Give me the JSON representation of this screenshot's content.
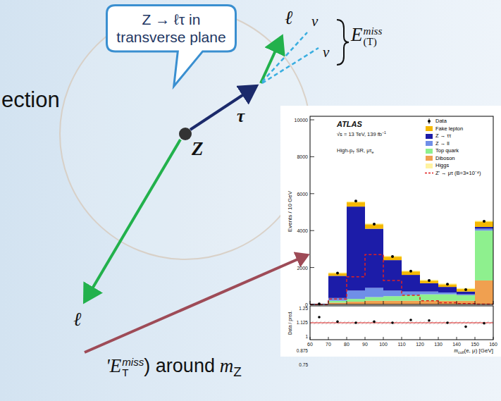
{
  "diagram": {
    "nodes": [
      {
        "text": [
          "Z → ℓτ in transverse plane"
        ]
      }
    ],
    "labels": [
      "ection",
      "ℓ",
      "ν",
      "ν",
      "E",
      "miss",
      "(T)",
      "τ",
      "Z",
      "ℓ",
      "'E",
      "miss",
      "T",
      ") around",
      "m",
      "Z",
      "ATLAS",
      "√s = 13 TeV, 139 fb",
      "−1",
      "High-p",
      "T",
      "SR, μτ",
      "e",
      "Events / 10 GeV",
      "0",
      "2000",
      "4000",
      "6000",
      "8000",
      "10000",
      "Data / pred.",
      "1.25",
      "1.125",
      "1",
      "0.875",
      "0.75",
      "60",
      "70",
      "80",
      "90",
      "100",
      "110",
      "120",
      "130",
      "140",
      "150",
      "160",
      "m",
      "coll",
      "(e, μ) [GeV]"
    ],
    "legend": [
      {
        "text": "Data"
      },
      {
        "text": "Fake lepton",
        "color": "#f5b800"
      },
      {
        "text": "Z → ττ",
        "color": "#1c1ca8"
      },
      {
        "text": "Z → ll",
        "color": "#6f8fe8"
      },
      {
        "text": "Top quark",
        "color": "#8ef08e"
      },
      {
        "text": "Diboson",
        "color": "#f0a050"
      },
      {
        "text": "Higgs",
        "color": "#fff3a0"
      },
      {
        "text": "Z' → μτ (B=3×10⁻⁴)"
      }
    ]
  }
}
